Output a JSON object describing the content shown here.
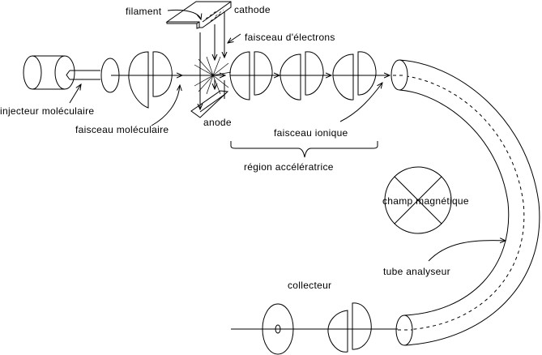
{
  "title": "Spectromètre de masse — schéma",
  "colors": {
    "line": "#000000",
    "background": "#ffffff"
  },
  "labels": {
    "filament": "filament",
    "cathode": "cathode",
    "electron_beam": "faisceau d'électrons",
    "molecular_injector": "injecteur moléculaire",
    "molecular_beam": "faisceau moléculaire",
    "anode": "anode",
    "ion_beam": "faisceau ionique",
    "acceleration_region": "région accélératrice",
    "magnetic_field": "champ magnétique",
    "analyzer_tube": "tube analyseur",
    "collector": "collecteur"
  }
}
